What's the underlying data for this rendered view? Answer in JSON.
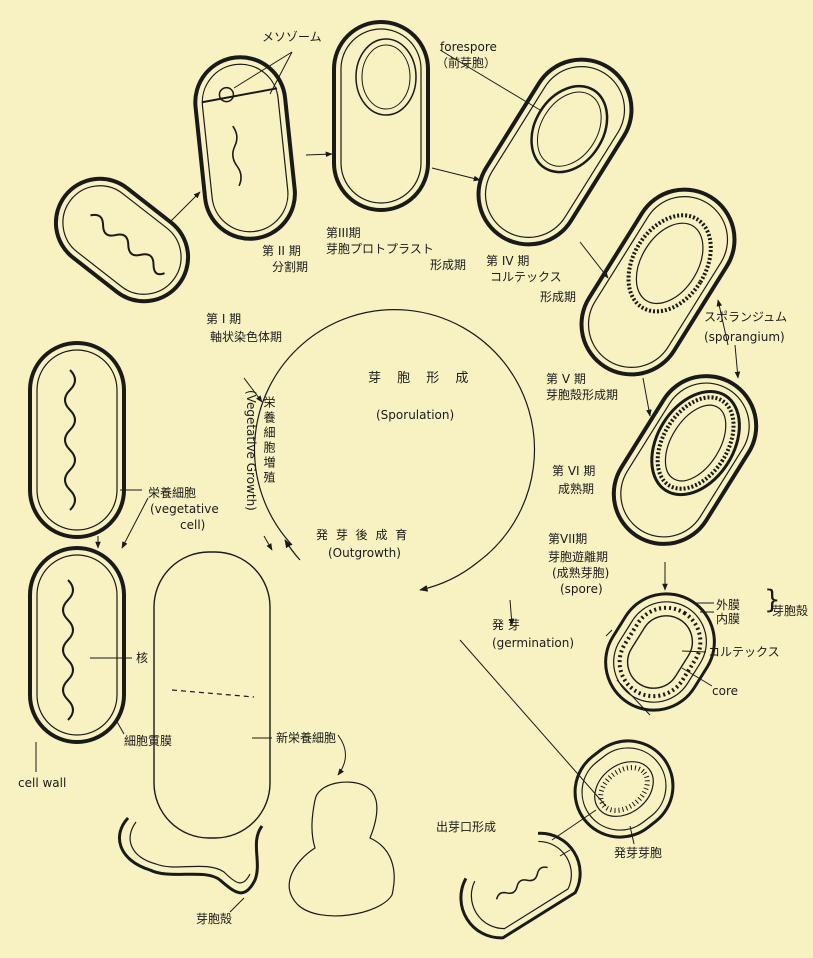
{
  "colors": {
    "background": "#f8f2c2",
    "ink": "#1a1a1a"
  },
  "labels": {
    "mesosome": "メソゾーム",
    "forespore": "forespore",
    "forespore_jp": "（前芽胞）",
    "stage2_a": "第 II 期",
    "stage2_b": "分割期",
    "stage3_a": "第III期",
    "stage3_b": "芽胞プロトプラスト",
    "stage3_c": "形成期",
    "stage4_a": "第 IV 期",
    "stage4_b": "コルテックス",
    "stage4_c": "形成期",
    "stage1_a": "第 I 期",
    "stage1_b": "軸状染色体期",
    "sporangium_jp": "スポランジュム",
    "sporangium_en": "(sporangium)",
    "stage5_a": "第 V 期",
    "stage5_b": "芽胞殻形成期",
    "stage6_a": "第 VI 期",
    "stage6_b": "成熟期",
    "stage7_a": "第VII期",
    "stage7_b": "芽胞遊離期",
    "stage7_c": "(成熟芽胞)",
    "stage7_d": "(spore)",
    "outer_coat": "外膜",
    "inner_coat": "内膜",
    "spore_coat": "芽胞殻",
    "cortex": "コルテックス",
    "core": "core",
    "germination_jp": "発  芽",
    "germination_en": "(germination)",
    "sporulation_jp": "芽  胞  形  成",
    "sporulation_en": "(Sporulation)",
    "vegetative_growth_jp": "栄養細胞増殖",
    "vegetative_growth_en": "(Vegetative Growth)",
    "outgrowth_jp": "発 芽 後 成 育",
    "outgrowth_en": "(Outgrowth)",
    "vegetative_cell_jp": "栄養細胞",
    "vegetative_cell_en1": "(vegetative",
    "vegetative_cell_en2": "cell)",
    "nucleus": "核",
    "cell_membrane": "細胞質膜",
    "cell_wall": "cell wall",
    "new_vegetative_cell": "新栄養細胞",
    "germinating_spore": "発芽芽胞",
    "emergence": "出芽口形成",
    "spore_shell": "芽胞殻"
  }
}
